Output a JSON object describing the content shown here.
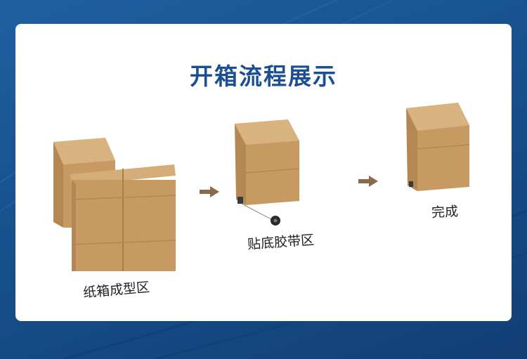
{
  "title": "开箱流程展示",
  "steps": [
    {
      "label": "纸箱成型区"
    },
    {
      "label": "贴底胶带区"
    },
    {
      "label": "完成"
    }
  ],
  "colors": {
    "background": "#17508d",
    "card": "#ffffff",
    "title": "#1b4f93",
    "carton_front": "#c89a63",
    "carton_side": "#b58752",
    "carton_inner": "#d8b27f",
    "arrow": "#8a6a4c"
  }
}
